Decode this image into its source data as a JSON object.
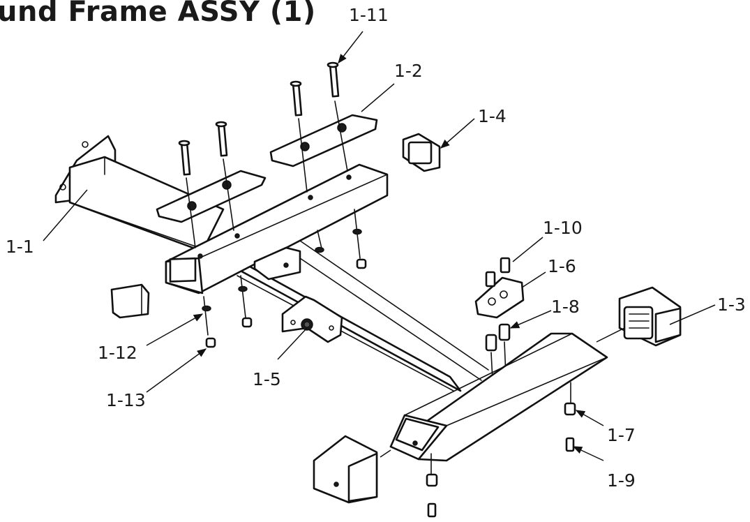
{
  "title": "und Frame ASSY (1)",
  "labels": {
    "p1_1": "1-1",
    "p1_2": "1-2",
    "p1_3": "1-3",
    "p1_4": "1-4",
    "p1_5": "1-5",
    "p1_6": "1-6",
    "p1_7": "1-7",
    "p1_8": "1-8",
    "p1_9": "1-9",
    "p1_10": "1-10",
    "p1_11": "1-11",
    "p1_12": "1-12",
    "p1_13": "1-13"
  },
  "colors": {
    "ink": "#111111",
    "paper": "#ffffff"
  }
}
